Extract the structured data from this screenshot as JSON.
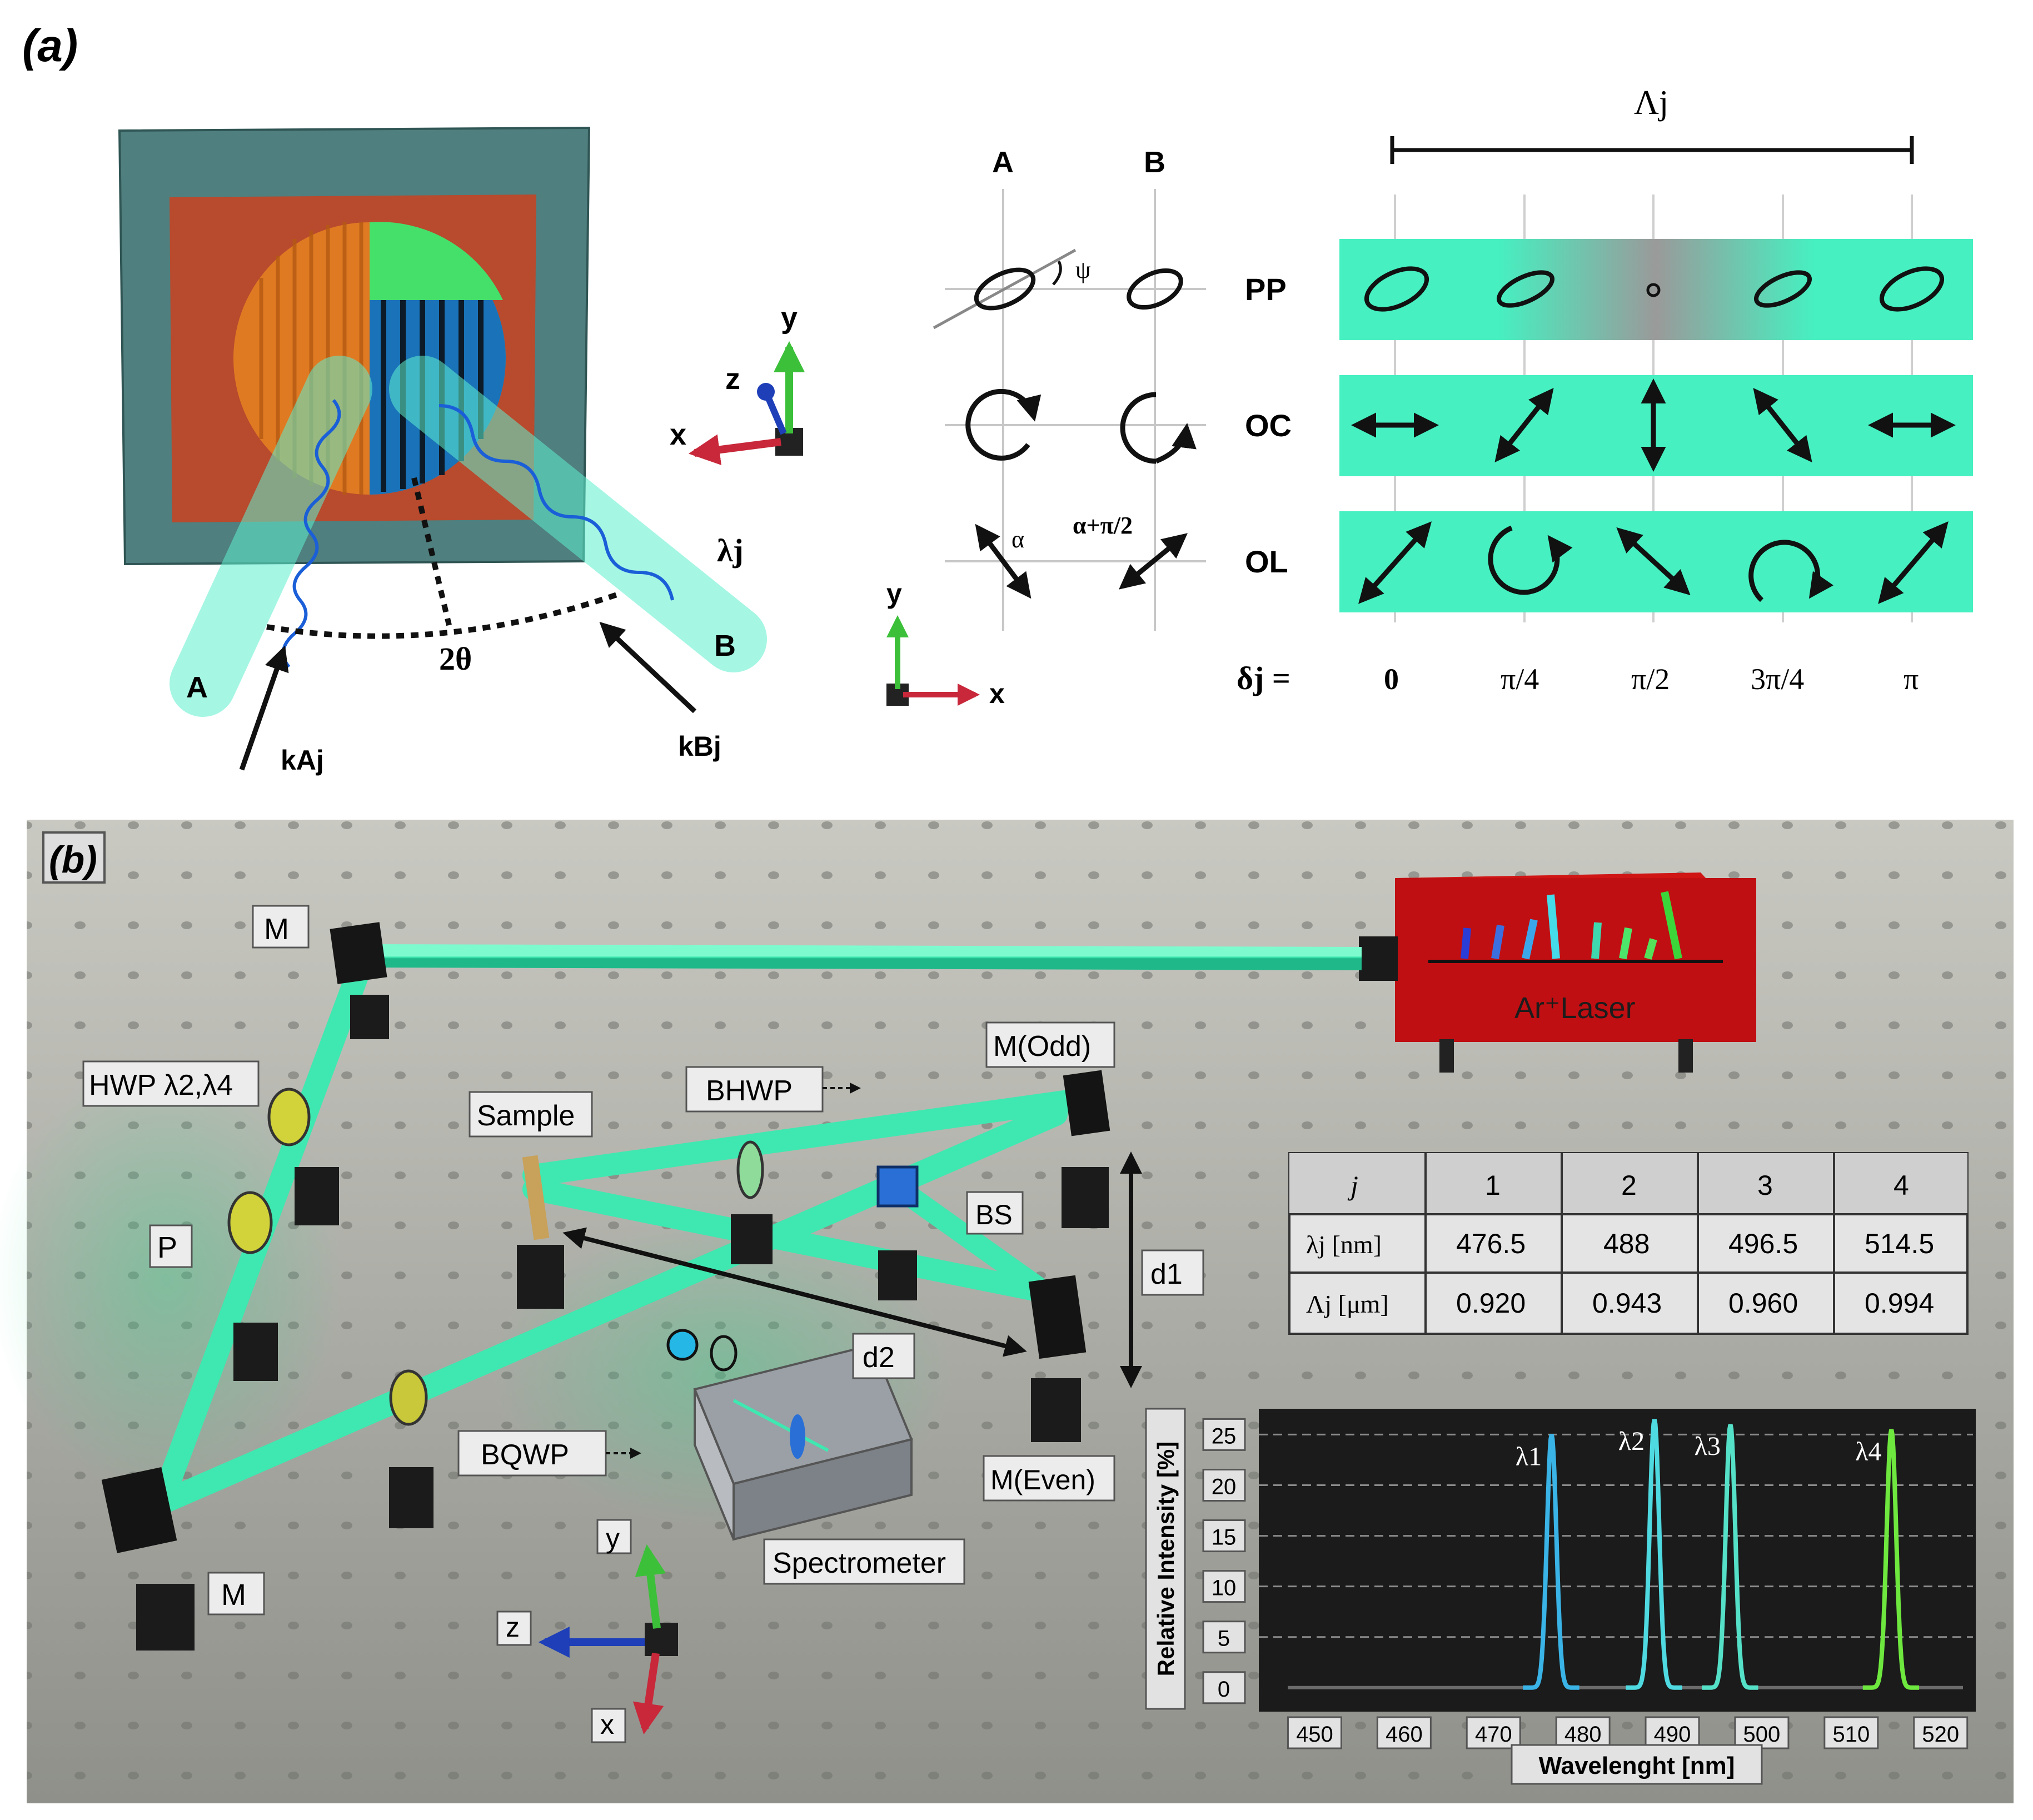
{
  "panel_a": {
    "label": "(a)",
    "beam_a": "A",
    "beam_b": "B",
    "angle": "2θ",
    "wavelength": "λj",
    "k_a": "kAj",
    "k_b": "kBj",
    "axis_x": "x",
    "axis_y": "y",
    "axis_z": "z"
  },
  "polarization_map": {
    "col_a": "A",
    "col_b": "B",
    "psi": "ψ",
    "alpha": "α",
    "alpha_plus": "α+π/2",
    "axis_x": "x",
    "axis_y": "y",
    "period": "Λj",
    "rows": [
      "PP",
      "OC",
      "OL"
    ],
    "delta_label": "δj =",
    "deltas": [
      "0",
      "π/4",
      "π/2",
      "3π/4",
      "π"
    ]
  },
  "panel_b": {
    "label": "(b)",
    "laser": "Ar⁺Laser",
    "components": {
      "m_top": "M",
      "m_bottom": "M",
      "m_odd": "M(Odd)",
      "m_even": "M(Even)",
      "hwp": "HWP λ2,λ4",
      "polarizer": "P",
      "sample": "Sample",
      "bhwp": "BHWP",
      "bqwp": "BQWP",
      "bs": "BS",
      "d1": "d1",
      "d2": "d2",
      "spectrometer": "Spectrometer"
    },
    "axes": {
      "x": "x",
      "y": "y",
      "z": "z"
    }
  },
  "table": {
    "header": [
      "j",
      "1",
      "2",
      "3",
      "4"
    ],
    "rows": [
      {
        "label": "λj [nm]",
        "values": [
          "476.5",
          "488",
          "496.5",
          "514.5"
        ]
      },
      {
        "label": "Λj [μm]",
        "values": [
          "0.920",
          "0.943",
          "0.960",
          "0.994"
        ]
      }
    ]
  },
  "chart_data": {
    "type": "line",
    "xlabel": "Wavelenght [nm]",
    "ylabel": "Relative Intensity [%]",
    "xlim": [
      445,
      523
    ],
    "ylim": [
      -1,
      27
    ],
    "xticks": [
      450,
      460,
      470,
      480,
      490,
      500,
      510,
      520
    ],
    "yticks": [
      0,
      5,
      10,
      15,
      20,
      25
    ],
    "grid": "dashed horizontal",
    "series": [
      {
        "name": "λ1",
        "center": 476.5,
        "peak": 25,
        "color": "#3ab3e6"
      },
      {
        "name": "λ2",
        "center": 488.0,
        "peak": 26.5,
        "color": "#4fd9e0"
      },
      {
        "name": "λ3",
        "center": 496.5,
        "peak": 26,
        "color": "#55e0c8"
      },
      {
        "name": "λ4",
        "center": 514.5,
        "peak": 25.5,
        "color": "#6ee83e"
      }
    ]
  }
}
